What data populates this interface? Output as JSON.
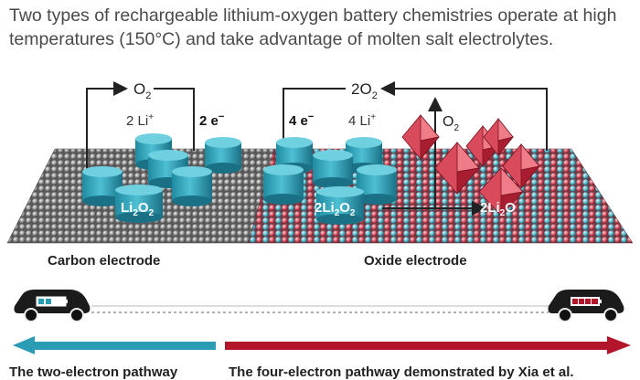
{
  "caption": "Two types of rechargeable lithium-oxygen battery chemistries operate at high temperatures (150°C) and take advantage of molten salt electrolytes.",
  "left_panel": {
    "gas": "O",
    "gas_sub": "2",
    "ions": "2 Li",
    "ions_sup": "+",
    "electrons": "2 e",
    "electrons_sup": "−",
    "product": "Li",
    "product_sub1": "2",
    "product_mid": "O",
    "product_sub2": "2",
    "electrode_label": "Carbon electrode"
  },
  "right_panel": {
    "gas": "2O",
    "gas_sub": "2",
    "ions": "4 Li",
    "ions_sup": "+",
    "electrons": "4 e",
    "electrons_sup": "−",
    "product_a": "2Li",
    "product_a_sub1": "2",
    "product_a_mid": "O",
    "product_a_sub2": "2",
    "released_gas": "O",
    "released_gas_sub": "2",
    "product_b": "2Li",
    "product_b_sub": "2",
    "product_b_end": "O",
    "electrode_label": "Oxide electrode"
  },
  "footer": {
    "left_text": "The two-electron pathway",
    "right_text": "The four-electron pathway demonstrated by Xia et al."
  },
  "colors": {
    "teal": "#2a9db5",
    "red": "#b3162a",
    "carbon": "#7d7d7d",
    "oxide_red": "#d64a5a",
    "oxide_teal": "#4db3c4"
  }
}
